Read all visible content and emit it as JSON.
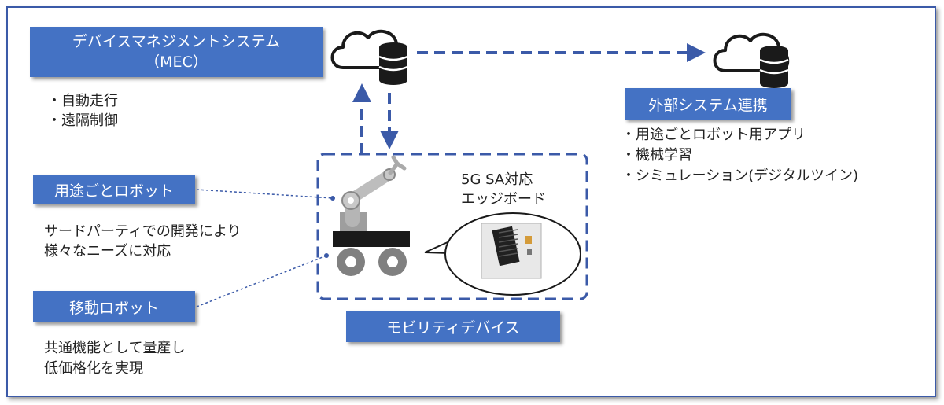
{
  "mec": {
    "line1": "デバイスマネジメントシステム",
    "line2": "（MEC）"
  },
  "mec_features": [
    "・自動走行",
    "・遠隔制御"
  ],
  "external": {
    "title": "外部システム連携",
    "items": [
      "・用途ごとロボット用アプリ",
      "・機械学習",
      "・シミュレーション(デジタルツイン)"
    ]
  },
  "edge": {
    "line1": "5G SA対応",
    "line2": "エッジボード"
  },
  "task_robot": {
    "title": "用途ごとロボット",
    "desc1": "サードパーティでの開発により",
    "desc2": "様々なニーズに対応"
  },
  "mobile_robot": {
    "title": "移動ロボット",
    "desc1": "共通機能として量産し",
    "desc2": "低価格化を実現"
  },
  "mobility": {
    "title": "モビリティデバイス"
  },
  "colors": {
    "accent": "#4472c4",
    "border": "#3b5aa8",
    "dark": "#1a1a1a",
    "arm": "#b5b5b5"
  },
  "icons": [
    "cloud-icon",
    "database-icon",
    "robot-arm-icon",
    "mobile-base-icon",
    "edge-board-photo"
  ]
}
